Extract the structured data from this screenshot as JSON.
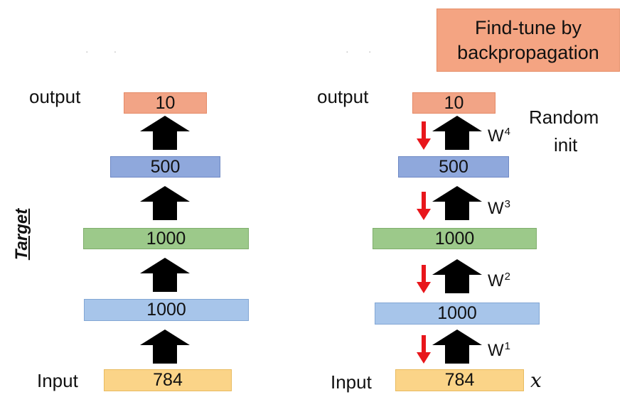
{
  "callout": {
    "line1": "Find-tune by",
    "line2": "backpropagation"
  },
  "random_init": {
    "line1": "Random",
    "line2": "init"
  },
  "target_label": "Target",
  "variable_x": "x",
  "colors": {
    "output": "#f2a486",
    "hidden_500": "#8fa8dc",
    "hidden_1000_green": "#9cc98a",
    "hidden_1000_blue": "#a7c5ea",
    "input": "#fbd488",
    "up_arrow": "#000000",
    "down_arrow": "#e8161b",
    "callout": "#f4a482"
  },
  "left_network": {
    "output_label": "output",
    "input_label": "Input",
    "layers": [
      "10",
      "500",
      "1000",
      "1000",
      "784"
    ]
  },
  "right_network": {
    "output_label": "output",
    "input_label": "Input",
    "layers": [
      "10",
      "500",
      "1000",
      "1000",
      "784"
    ],
    "weights": [
      {
        "base": "W",
        "sup": "4"
      },
      {
        "base": "W",
        "sup": "3"
      },
      {
        "base": "W",
        "sup": "2"
      },
      {
        "base": "W",
        "sup": "1"
      }
    ]
  }
}
